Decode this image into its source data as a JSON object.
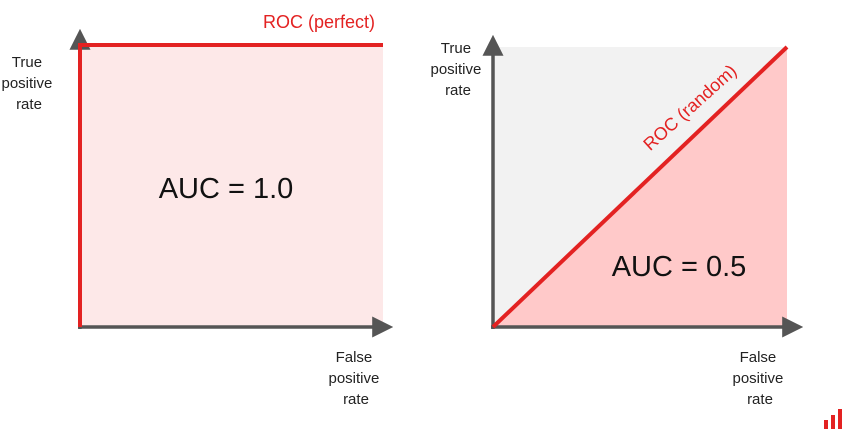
{
  "chart_data": [
    {
      "type": "area",
      "roc_label": "ROC (perfect)",
      "auc_label": "AUC = 1.0",
      "ylabel": [
        "True",
        "positive",
        "rate"
      ],
      "xlabel": [
        "False",
        "positive",
        "rate"
      ],
      "xlim": [
        0,
        1
      ],
      "ylim": [
        0,
        1
      ],
      "curve": {
        "x": [
          0,
          0,
          1
        ],
        "y": [
          0,
          1,
          1
        ]
      },
      "auc": 1.0,
      "fill_color": "#fde8e8",
      "line_color": "#e32222"
    },
    {
      "type": "area",
      "roc_label": "ROC (random)",
      "auc_label": "AUC = 0.5",
      "ylabel": [
        "True",
        "positive",
        "rate"
      ],
      "xlabel": [
        "False",
        "positive",
        "rate"
      ],
      "xlim": [
        0,
        1
      ],
      "ylim": [
        0,
        1
      ],
      "curve": {
        "x": [
          0,
          1
        ],
        "y": [
          0,
          1
        ]
      },
      "auc": 0.5,
      "fill_color": "#ffc9c9",
      "background_color": "#f2f2f2",
      "line_color": "#e32222"
    }
  ],
  "colors": {
    "accent": "#e32222",
    "axis": "#555555"
  },
  "icons": {
    "logo": "bar-chart-logo-icon"
  }
}
